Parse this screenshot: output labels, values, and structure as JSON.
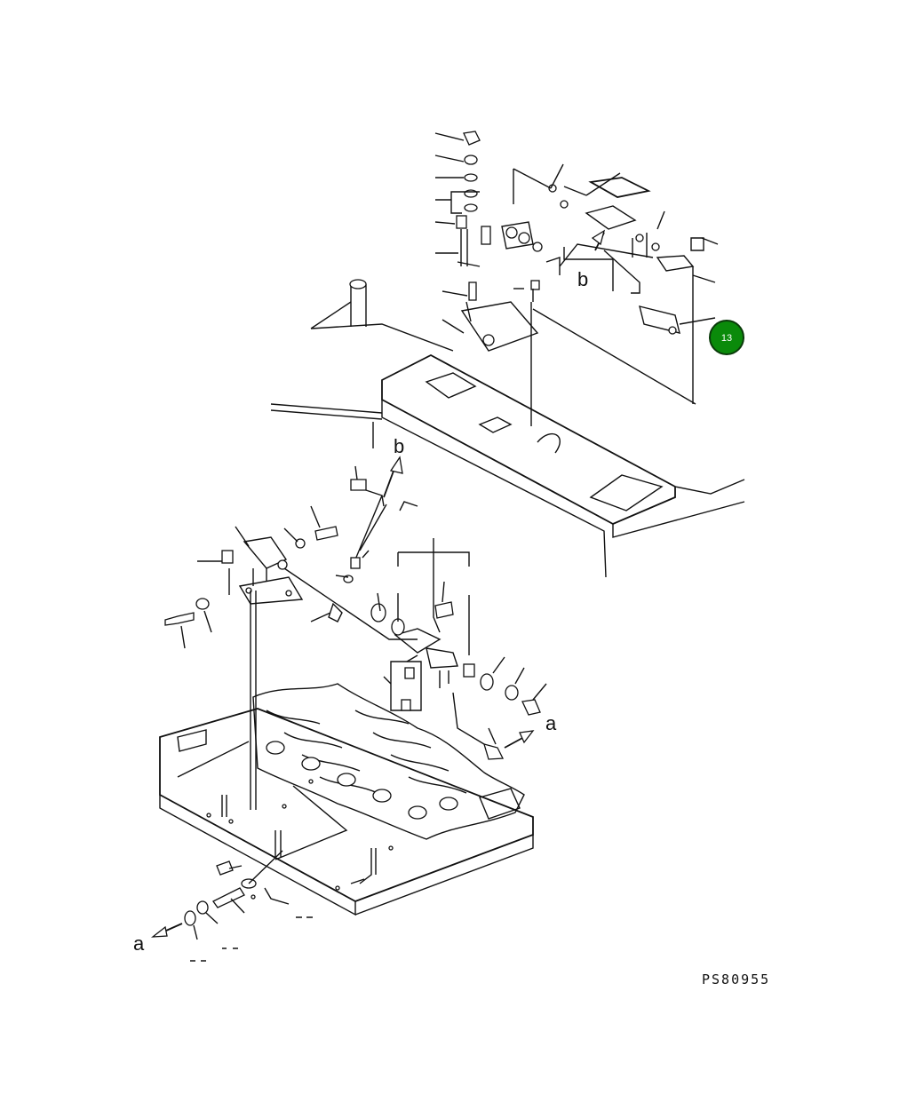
{
  "diagram": {
    "ref_labels": {
      "b_upper": "b",
      "b_arrow": "b",
      "a_right": "a",
      "a_left": "a"
    },
    "badge": {
      "text": "13",
      "color": "#0a8a0a",
      "border": "#0a3a0a"
    },
    "drawing_code": "PS80955",
    "line_color": "#111111"
  }
}
